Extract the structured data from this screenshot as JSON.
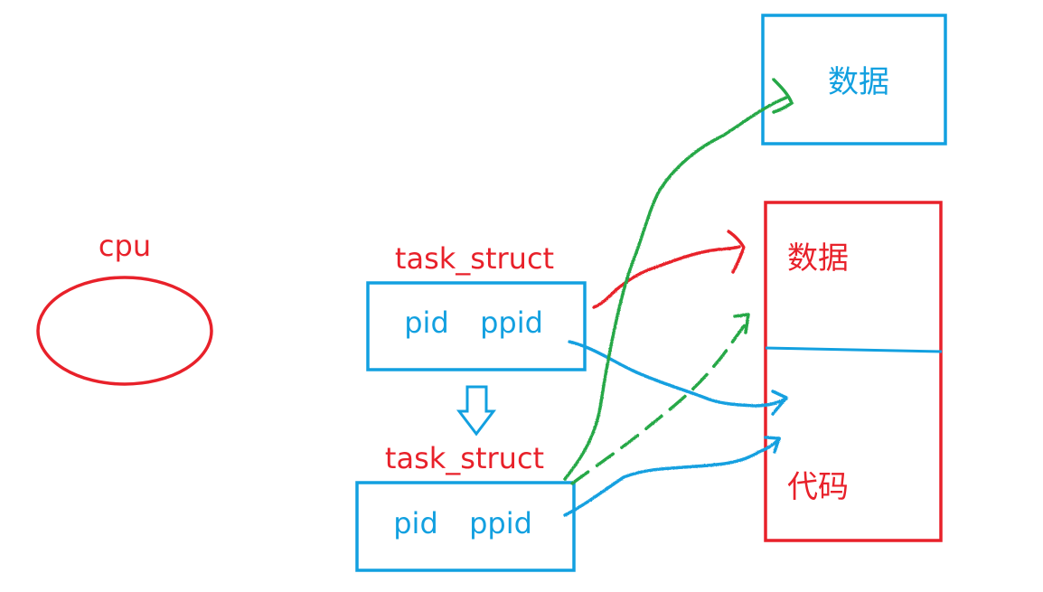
{
  "cpu": {
    "label": "cpu"
  },
  "process_parent": {
    "title": "task_struct",
    "fields": [
      "pid",
      "ppid"
    ]
  },
  "process_child": {
    "title": "task_struct",
    "fields": [
      "pid",
      "ppid"
    ]
  },
  "memory_child": {
    "data_label": "数据"
  },
  "memory_parent": {
    "data_label": "数据",
    "code_label": "代码"
  },
  "colors": {
    "red": "#e8212a",
    "blue": "#12a0e0",
    "green": "#25a846"
  }
}
